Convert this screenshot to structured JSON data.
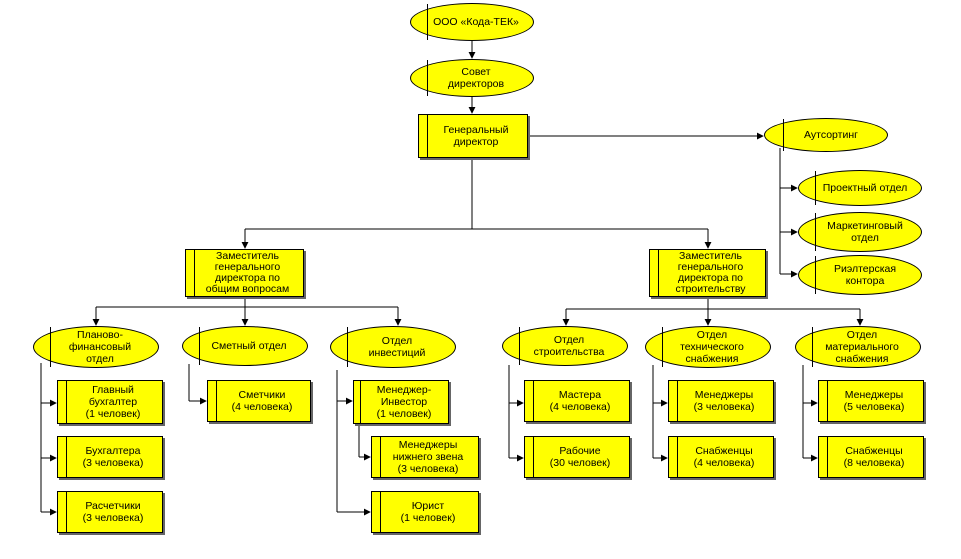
{
  "colors": {
    "node_fill": "#ffff00",
    "stroke": "#000000"
  },
  "nodes": {
    "company": "ООО «Кода-ТЕК»",
    "board": "Совет\nдиректоров",
    "gen_director": "Генеральный\nдиректор",
    "outsourcing": "Аутсортинг",
    "project_dept": "Проектный отдел",
    "marketing_dept": "Маркетинговый\nотдел",
    "realty_office": "Риэлтерская\nконтора",
    "deputy_general": "Заместитель\nгенерального\nдиректора по\nобщим вопросам",
    "deputy_construction": "Заместитель\nгенерального\nдиректора по\nстроительству",
    "planfin_dept": "Планово-\nфинансовый\nотдел",
    "estimate_dept": "Сметный отдел",
    "invest_dept": "Отдел\nинвестиций",
    "constr_dept": "Отдел\nстроительства",
    "tech_supply_dept": "Отдел\nтехнического\nснабжения",
    "mat_supply_dept": "Отдел\nматериального\nснабжения",
    "chief_accountant": "Главный\nбухгалтер\n(1 человек)",
    "accountants": "Бухгалтера\n(3 человека)",
    "calculators": "Расчетчики\n(3 человека)",
    "estimators": "Сметчики\n(4 человека)",
    "investor_manager": "Менеджер-\nИнвестор\n(1 человек)",
    "junior_managers": "Менеджеры\nнижнего звена\n(3 человека)",
    "lawyer": "Юрист\n(1 человек)",
    "masters": "Мастера\n(4 человека)",
    "workers": "Рабочие\n(30 человек)",
    "tech_managers": "Менеджеры\n(3 человека)",
    "tech_suppliers": "Снабженцы\n(4 человека)",
    "mat_managers": "Менеджеры\n(5 человека)",
    "mat_suppliers": "Снабженцы\n(8 человека)"
  }
}
